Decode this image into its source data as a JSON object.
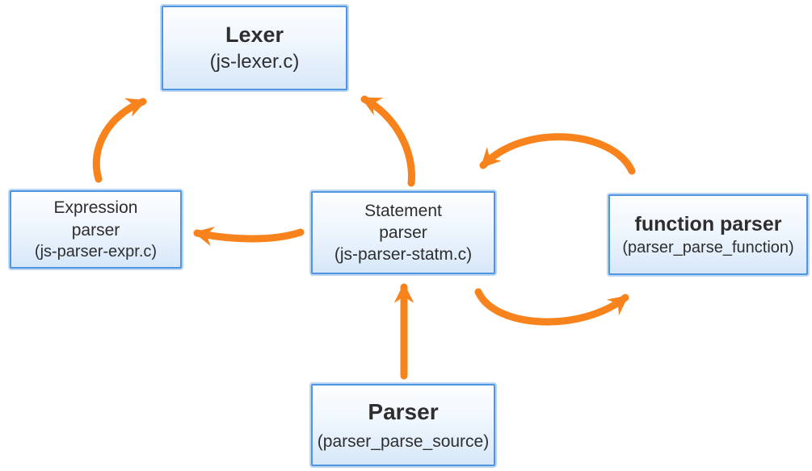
{
  "diagram": {
    "nodes": {
      "lexer": {
        "title": "Lexer",
        "subtitle": "(js-lexer.c)"
      },
      "expression_parser": {
        "title": "Expression parser",
        "subtitle": "(js-parser-expr.c)"
      },
      "statement_parser": {
        "title": "Statement parser",
        "subtitle": "(js-parser-statm.c)"
      },
      "function_parser": {
        "title": "function parser",
        "subtitle": "(parser_parse_function)"
      },
      "parser": {
        "title": "Parser",
        "subtitle": "(parser_parse_source)"
      }
    },
    "edges": [
      {
        "from": "expression_parser",
        "to": "lexer",
        "style": "curved"
      },
      {
        "from": "statement_parser",
        "to": "lexer",
        "style": "curved"
      },
      {
        "from": "statement_parser",
        "to": "expression_parser",
        "style": "curved"
      },
      {
        "from": "function_parser",
        "to": "statement_parser",
        "style": "arc-over"
      },
      {
        "from": "statement_parser",
        "to": "function_parser",
        "style": "arc-under"
      },
      {
        "from": "parser",
        "to": "statement_parser",
        "style": "straight"
      }
    ],
    "colors": {
      "arrow": "#F8831D",
      "box_border": "#4F95E0",
      "box_fill_top": "#FDFEFF",
      "box_fill_bottom": "#D7E7F9",
      "text": "#2E2E2E",
      "background": "#FFFFFF"
    }
  }
}
